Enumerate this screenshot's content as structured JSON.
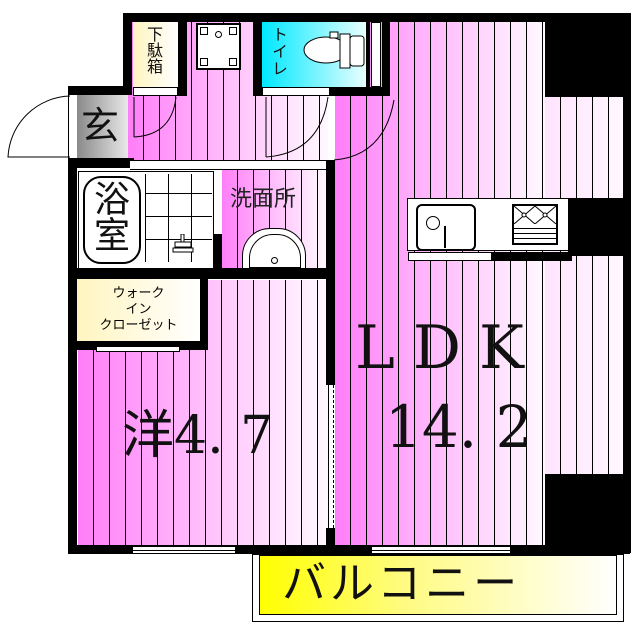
{
  "floor_plan": {
    "rooms": {
      "entrance": {
        "label": "玄"
      },
      "shoe_cabinet": {
        "label": "下駄箱"
      },
      "toilet": {
        "label": "トイレ"
      },
      "bathroom": {
        "label": "浴室"
      },
      "washroom": {
        "label": "洗面所"
      },
      "walk_in_closet": {
        "line1": "ウォーク",
        "line2": "イン",
        "line3": "クローゼット"
      },
      "western_room": {
        "label": "洋4.7",
        "prefix": "洋",
        "size": "4. 7"
      },
      "ldk": {
        "label": "LDK",
        "size": "14. 2"
      },
      "balcony": {
        "label": "バルコニー"
      }
    },
    "colors": {
      "wall": "#000000",
      "floor_pink_start": "#ff7ef8",
      "floor_pink_end": "#fff8ff",
      "toilet_cyan": "#00e8ff",
      "closet_cream": "#fffbd0",
      "balcony_yellow": "#ffff00",
      "entrance_gray": "#9a9a9a"
    }
  }
}
